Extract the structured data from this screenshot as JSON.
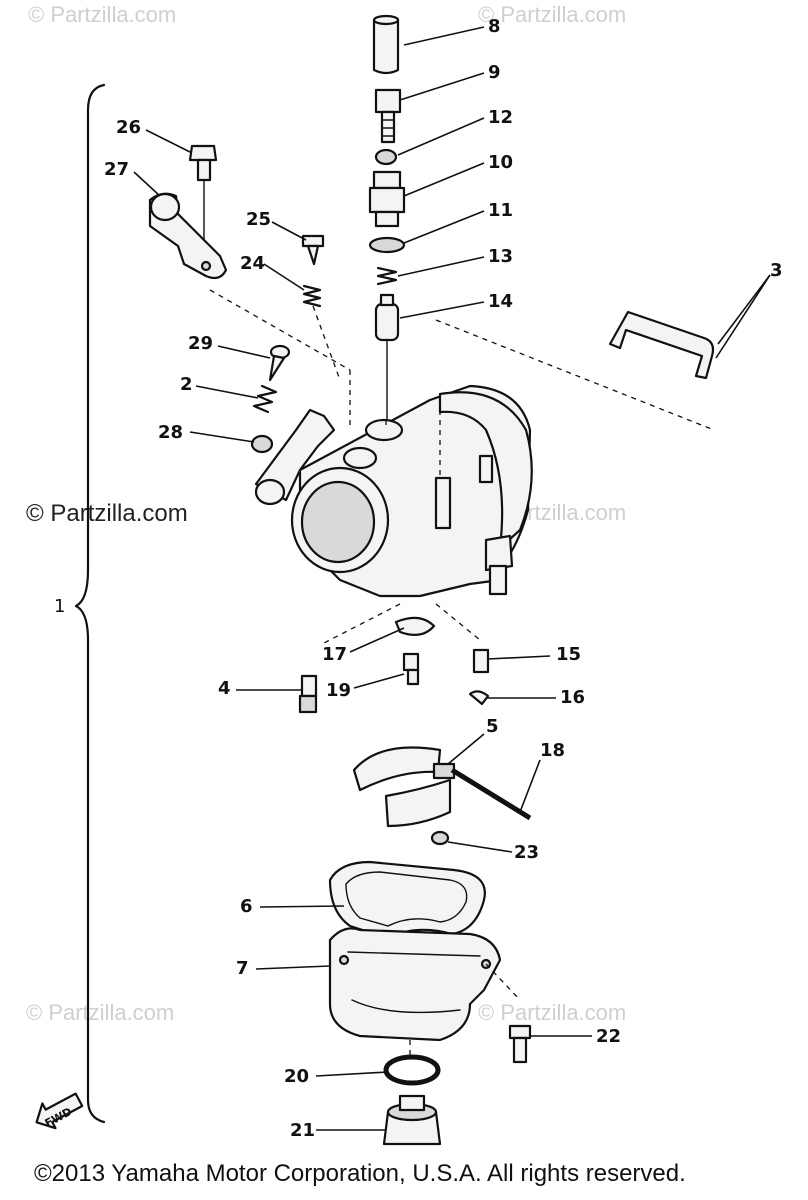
{
  "watermarks": {
    "top_left": "© Partzilla.com",
    "top_right": "© Partzilla.com",
    "mid_left": "© Partzilla.com",
    "mid_right": "© Partzilla.com",
    "bottom_left": "© Partzilla.com",
    "bottom_right": "© Partzilla.com"
  },
  "copyright": "©2013  Yamaha Motor Corporation, U.S.A. All rights reserved.",
  "assembly_label": "1",
  "fwd_label": "FWD",
  "callouts": {
    "c2": "2",
    "c3": "3",
    "c4": "4",
    "c5": "5",
    "c6": "6",
    "c7": "7",
    "c8": "8",
    "c9": "9",
    "c10": "10",
    "c11": "11",
    "c12": "12",
    "c13": "13",
    "c14": "14",
    "c15": "15",
    "c16": "16",
    "c17": "17",
    "c18": "18",
    "c19": "19",
    "c20": "20",
    "c21": "21",
    "c22": "22",
    "c23": "23",
    "c24": "24",
    "c25": "25",
    "c26": "26",
    "c27": "27",
    "c28": "28",
    "c29": "29"
  }
}
